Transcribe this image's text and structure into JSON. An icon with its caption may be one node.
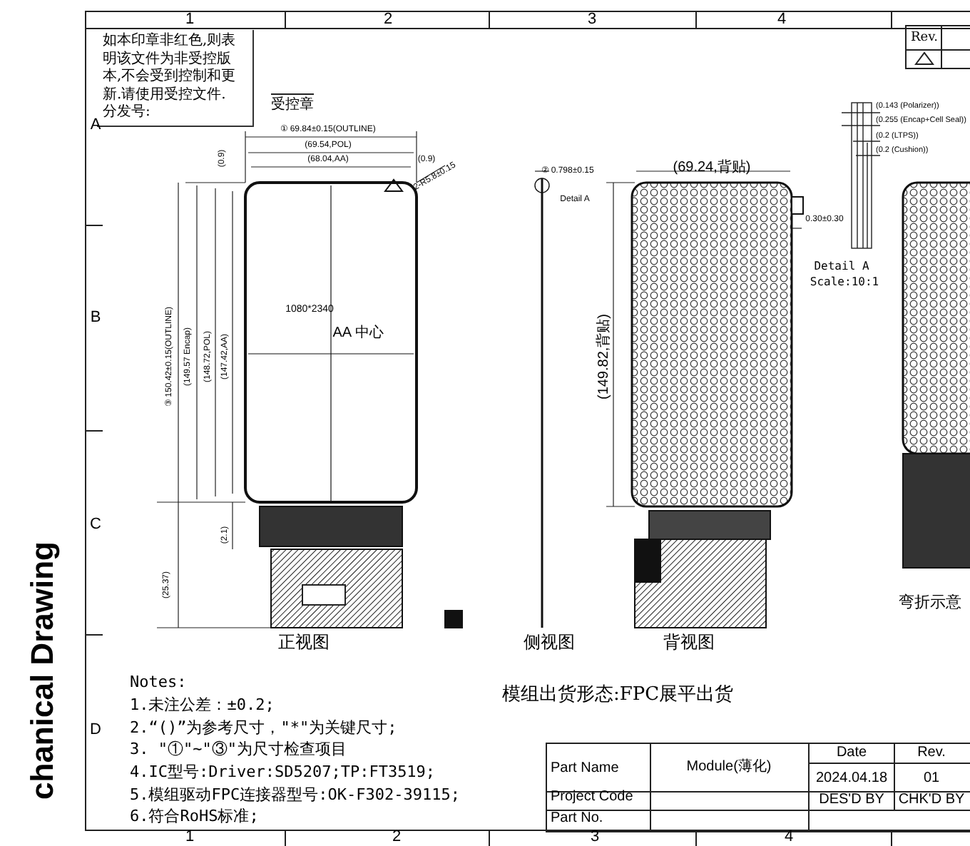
{
  "diagram": {
    "nodes": [
      {
        "text": [
          "如本印章非红色,则表明该文件为非受控版本,不会受到控制和更新.请使用受控文件.",
          "分发号:"
        ]
      }
    ],
    "labels": [
      "1",
      "2",
      "3",
      "4",
      "Rev.",
      "受控章",
      "A",
      "① 69.84±0.15(OUTLINE)",
      "(69.54,POL)",
      "(68.04,AA)",
      "(0.9)",
      "(0.9)",
      "2-R5.8±0.15",
      "② 0.798±0.15",
      "Detail A",
      "(69.24,背贴)",
      "(0.143 (Polarizer))",
      "(0.255 (Encap+Cell Seal))",
      "(0.2 (LTPS))",
      "(0.2 (Cushion))",
      "0.30±0.30",
      "Detail A",
      "Scale:10:1",
      "B",
      "1080*2340",
      "AA 中心",
      "③ 150.42±0.15(OUTLINE)",
      "(149.57 Encap)",
      "(148.72,POL)",
      "(147.42,AA)",
      "(149.82,背贴)",
      "C",
      "(2.1)",
      "(25.37)",
      "正视图",
      "侧视图",
      "背视图",
      "弯折示意",
      "模组出货形态:FPC展平出货",
      "Notes:",
      "1.未注公差：±0.2;",
      "2.“()”为参考尺寸，\"*\"为关键尺寸;",
      "3. \"①\"~\"③\"为尺寸检查项目",
      "4.IC型号:Driver:SD5207;TP:FT3519;",
      "5.模组驱动FPC连接器型号:OK-F302-39115;",
      "6.符合RoHS标准;",
      "D",
      "Part Name",
      "Module(薄化)",
      "Date",
      "2024.04.18",
      "Rev.",
      "01",
      "Project Code",
      "DES'D BY",
      "CHK'D BY",
      "Part No.",
      "1",
      "2",
      "3",
      "4",
      "chanical Drawing"
    ]
  }
}
